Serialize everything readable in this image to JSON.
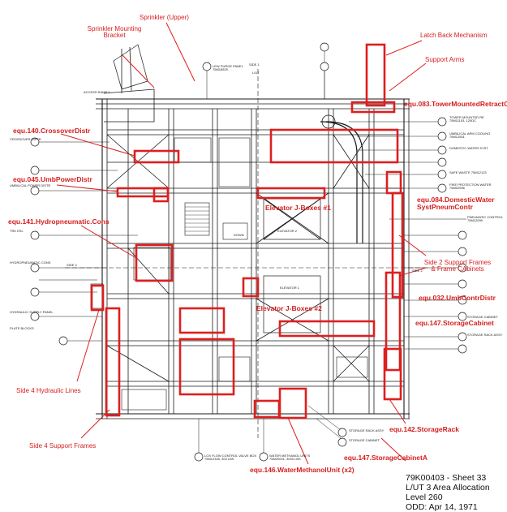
{
  "title_block": {
    "line1": "79K00403 - Sheet 33",
    "line2": "L/UT 3 Area Allocation",
    "line3": "Level 260",
    "line4": "ODD: Apr 14, 1971"
  },
  "callouts": {
    "sprinkler_bracket": "Sprinkler Mounting Bracket",
    "sprinkler_upper": "Sprinkler (Upper)",
    "latch_back": "Latch Back Mechanism",
    "support_arms": "Support Arms",
    "equ083": "equ.083.TowerMountedRetractCyl",
    "equ140": "equ.140.CrossoverDistr",
    "equ045": "equ.045.UmbPowerDistr",
    "equ084": "equ.084.DomesticWaterSystPneumContr",
    "elev_jbox1": "Elevator J-Boxes #1",
    "equ141": "equ.141.Hydropneumatic.Cons",
    "side2_frames": "Side 2 Support Frames & Frame CAbinets",
    "elev_jbox2": "Elevator J-Boxes #2",
    "equ032": "equ.032.UmbContrDistr",
    "equ147_cab": "equ.147.StorageCabinet",
    "side4_hyd": "Side 4 Hydraulic Lines",
    "equ142": "equ.142.StorageRack",
    "equ147_cabA": "equ.147.StorageCabinetA",
    "side4_frames": "Side 4 Support Frames",
    "equ146": "equ.146.WaterMethanolUnit (x2)"
  },
  "annotations": {
    "purge_panel": "LEW PURGE PANEL",
    "purge_num": "75M18529",
    "side1": "SIDE 1",
    "lut": "L/UT",
    "access_ramp": "ACCESS RAMP 7",
    "tower_mounted": "TOWER MOUNTED RE",
    "tower_num": "75M11153, 120DC",
    "umbilical_arm": "UMBILICAL ARM COOLING",
    "umbilical_num": "75M12501",
    "domestic_water": "DOMESTIC WATER SYST",
    "safe_waste": "SAFE WASTE 75M12123",
    "fire_protection": "FIRE PROTECTION WATER",
    "fire_num": "75M02596",
    "pneumatic": "PNEUMATIC CONTROL",
    "pneumatic_num": "75M12099",
    "crossover": "CROSSOVER DISTR",
    "umb_power": "UMBILICAL POWER DISTR",
    "trk_esl": "TRK ESL",
    "hyd_cons": "HYDROPNEUMATIC CONS",
    "side4": "SIDE 4",
    "hydraulic_supply": "HYDRAULIC SUPPLY PANEL",
    "plate_blocks": "PLATE BLOCKS",
    "elevator2": "ELEVATOR 2",
    "elevator1": "ELEVATOR 1",
    "down": "DOWN",
    "side2": "SIDE 2",
    "storage_cabinet": "STORAGE CABINET",
    "storage_rack": "STORAGE RACK ASSY",
    "storage_cab_b": "STORAGE CABINET",
    "storage_rack_b": "STORAGE RACK ASSY",
    "lox_flow": "LOX FLOW CONTROL VALVE BOX",
    "lox_num": "75M12345, 300 LBS",
    "water_methanol": "WATER METHANOL UNITS",
    "water_num": "75M20001, 3000 LBS"
  },
  "colors": {
    "highlight": "#dd1f1f",
    "linework": "#1a1a1a",
    "label_text": "#d62020",
    "background": "#ffffff"
  }
}
